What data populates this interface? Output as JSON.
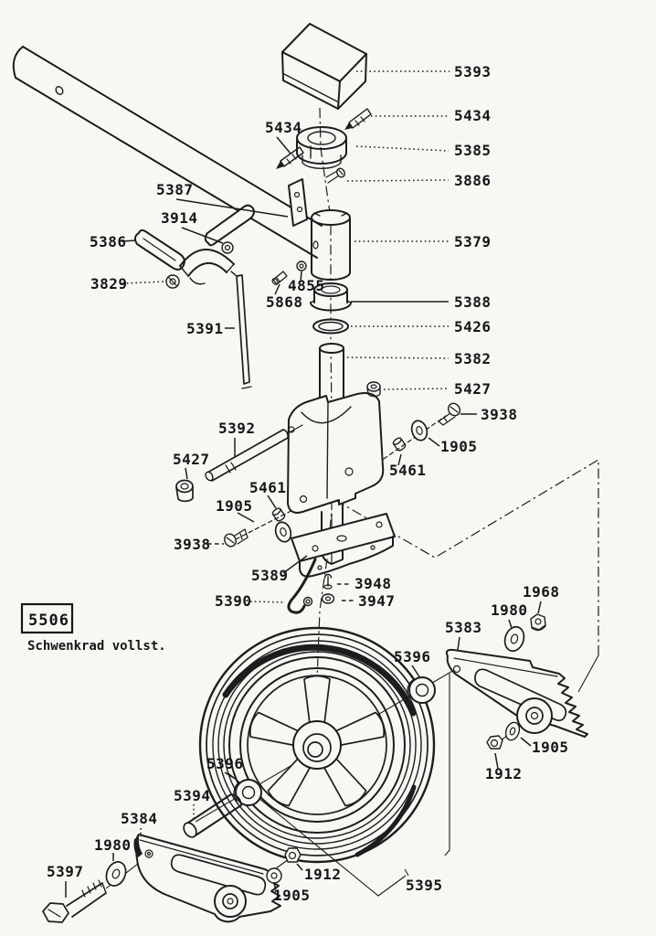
{
  "drawing": {
    "sheet_code": "5506",
    "caption": "Schwenkrad vollst.",
    "ink_color": "#1d1d1d",
    "paper_color": "#f7f7f4",
    "labels": {
      "l5393": "5393",
      "l5434_right": "5434",
      "l5434_left": "5434",
      "l5385": "5385",
      "l3886": "3886",
      "l5387": "5387",
      "l3914": "3914",
      "l5386": "5386",
      "l5379": "5379",
      "l3829": "3829",
      "l4855": "4855",
      "l5868": "5868",
      "l5388": "5388",
      "l5391": "5391",
      "l5426": "5426",
      "l5382": "5382",
      "l5427_right": "5427",
      "l3938_right": "3938",
      "l5392": "5392",
      "l1905_mid_right": "1905",
      "l5427_left": "5427",
      "l5461_right": "5461",
      "l5461_left": "5461",
      "l1905_mid_left": "1905",
      "l3938_left": "3938",
      "l5389": "5389",
      "l3948": "3948",
      "l5390": "5390",
      "l3947": "3947",
      "l1968": "1968",
      "l1980_right": "1980",
      "l5383": "5383",
      "l5396_right": "5396",
      "l1905_low_right": "1905",
      "l1912_right": "1912",
      "l5396_left": "5396",
      "l5394": "5394",
      "l5384": "5384",
      "l1980_left": "1980",
      "l5397": "5397",
      "l1912_bottom": "1912",
      "l1905_bottom": "1905",
      "l5395": "5395"
    }
  }
}
